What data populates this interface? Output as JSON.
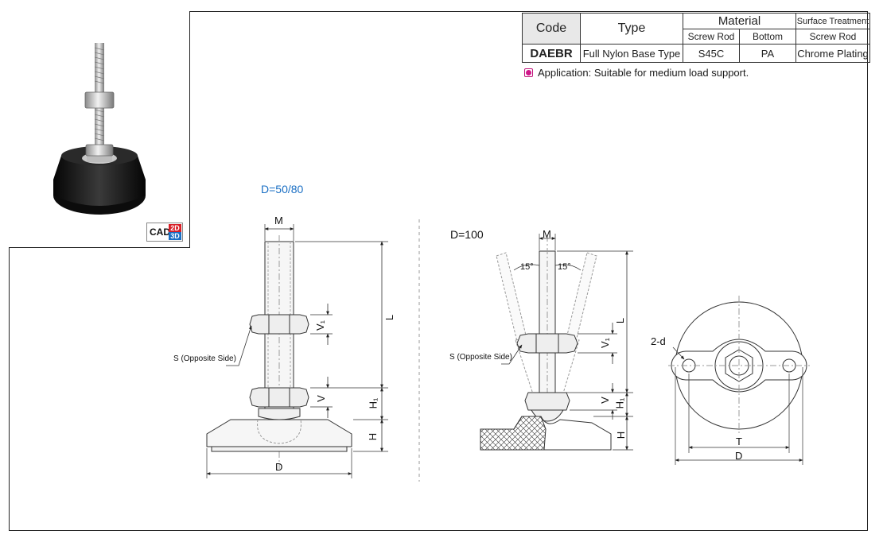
{
  "table": {
    "header_code": "Code",
    "header_type": "Type",
    "header_material": "Material",
    "header_surface": "Surface Treatment",
    "sub_screw_rod": "Screw Rod",
    "sub_bottom": "Bottom",
    "sub_surface_screw_rod": "Screw Rod",
    "row": {
      "code": "DAEBR",
      "type": "Full Nylon Base Type",
      "screw_rod": "S45C",
      "bottom": "PA",
      "surface": "Chrome Plating"
    }
  },
  "application": "Application: Suitable for medium load support.",
  "cad_badge": {
    "cad": "CAD",
    "two_d": "2D",
    "three_d": "3D"
  },
  "view1": {
    "title": "D=50/80",
    "label_M": "M",
    "label_L": "L",
    "label_V1": "V₁",
    "label_V": "V",
    "label_H1": "H₁",
    "label_H": "H",
    "label_D": "D",
    "label_S": "S (Opposite Side)"
  },
  "view2": {
    "title": "D=100",
    "label_M": "M",
    "label_angle_left": "15°",
    "label_angle_right": "15°",
    "label_L": "L",
    "label_V1": "V₁",
    "label_V": "V",
    "label_H1": "H₁",
    "label_H": "H",
    "label_S": "S (Opposite Side)"
  },
  "view3": {
    "label_2d": "2-d",
    "label_T": "T",
    "label_D": "D"
  },
  "colors": {
    "code_text": "#b0127a",
    "code_value": "#1a6fc4",
    "title_blue": "#1a6fc4",
    "cad_2d": "#d81f27",
    "cad_3d": "#1a6fc4"
  }
}
